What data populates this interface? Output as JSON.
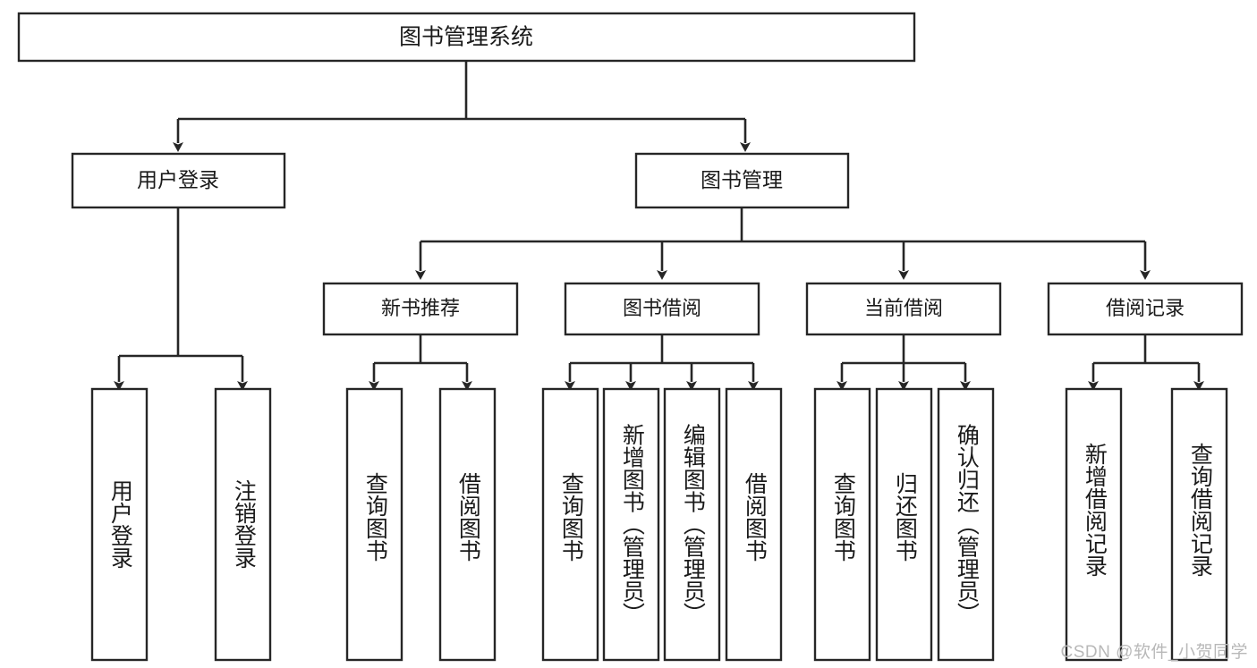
{
  "diagram": {
    "title": "图书管理系统",
    "type": "hierarchy-tree",
    "watermark": "CSDN @软件_小贺同学",
    "root": {
      "label": "图书管理系统"
    },
    "level2": [
      {
        "label": "用户登录"
      },
      {
        "label": "图书管理"
      }
    ],
    "level3": [
      {
        "label": "新书推荐"
      },
      {
        "label": "图书借阅"
      },
      {
        "label": "当前借阅"
      },
      {
        "label": "借阅记录"
      }
    ],
    "leaves": {
      "user_login": [
        {
          "label": "用户登录"
        },
        {
          "label": "注销登录"
        }
      ],
      "new_book_recommend": [
        {
          "label": "查询图书"
        },
        {
          "label": "借阅图书"
        }
      ],
      "book_borrow": [
        {
          "label": "查询图书"
        },
        {
          "label": "新增图书（管理员）"
        },
        {
          "label": "编辑图书（管理员）"
        },
        {
          "label": "借阅图书"
        }
      ],
      "current_borrow": [
        {
          "label": "查询图书"
        },
        {
          "label": "归还图书"
        },
        {
          "label": "确认归还（管理员）"
        }
      ],
      "borrow_record": [
        {
          "label": "新增借阅记录"
        },
        {
          "label": "查询借阅记录"
        }
      ]
    },
    "colors": {
      "stroke": "#262626",
      "fill": "#ffffff",
      "text": "#1a1a1a",
      "watermark": "#b8b8b8"
    }
  }
}
